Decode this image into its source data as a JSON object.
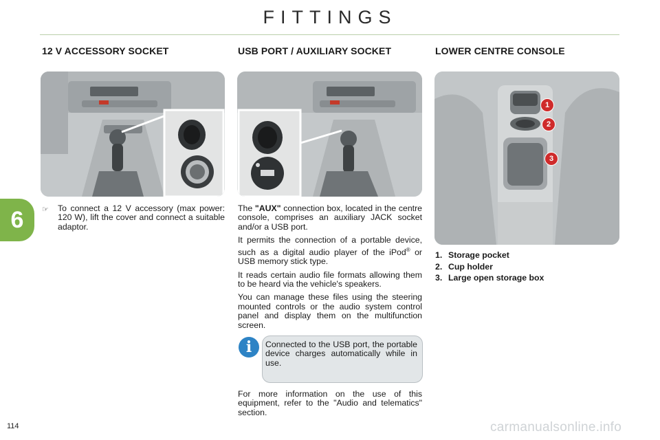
{
  "header": {
    "title": "FITTINGS"
  },
  "chapter": {
    "number": "6",
    "color": "#7fb44a"
  },
  "sections": {
    "socket12v": {
      "heading": "12 V ACCESSORY SOCKET",
      "bullet_icon": "pointing-hand-icon",
      "bullet_text": "To connect a 12 V accessory (max power: 120 W), lift the cover and connect a suitable adaptor."
    },
    "usb": {
      "heading": "USB PORT / AUXILIARY SOCKET",
      "para1_lead": "The",
      "para1_bold": "\"AUX\"",
      "para1_rest": "connection box, located in the centre console, comprises an auxiliary JACK socket and/or a USB port.",
      "para2_a": "It permits the connection of a portable device, such as a digital audio player of the iPod",
      "para2_sup": "®",
      "para2_b": "or USB memory stick type.",
      "para3": "It reads certain audio file formats allowing them to be heard via the vehicle's speakers.",
      "para4": "You can manage these files using the steering mounted controls or the audio system control panel and display them on the multifunction screen.",
      "info_icon": "info-icon",
      "info_text": "Connected to the USB port, the portable device charges automatically while in use.",
      "footer_text": "For more information on the use of this equipment, refer to the \"Audio and telematics\" section."
    },
    "console": {
      "heading": "LOWER CENTRE CONSOLE",
      "callouts": [
        "1",
        "2",
        "3"
      ],
      "items": [
        {
          "num": "1.",
          "label": "Storage pocket"
        },
        {
          "num": "2.",
          "label": "Cup holder"
        },
        {
          "num": "3.",
          "label": "Large open storage box"
        }
      ]
    }
  },
  "footer": {
    "page_number": "114",
    "watermark": "carmanualsonline.info"
  }
}
